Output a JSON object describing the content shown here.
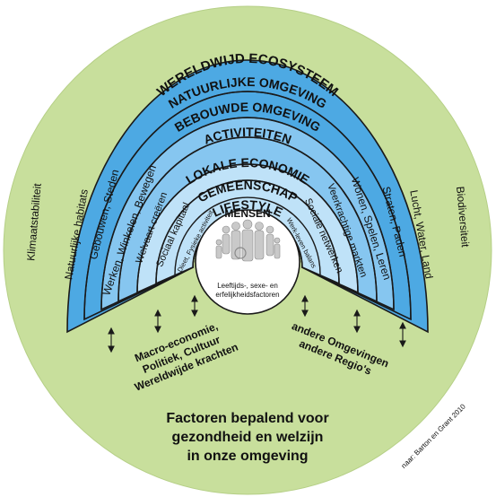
{
  "colors": {
    "outer_circle": "#c8df9c",
    "band_dark": "#4da9e3",
    "band_mid": "#86c6f0",
    "band_light": "#bfe2f8",
    "stroke": "#1a1a1a"
  },
  "rings": {
    "ecosystem": "WERELDWIJD ECOSYSTEEM",
    "natural_environment": "NATUURLIJKE OMGEVING",
    "built_environment": "BEBOUWDE OMGEVING",
    "activities": "ACTIVITEITEN",
    "local_economy": "LOKALE ECONOMIE",
    "community": "GEMEENSCHAP",
    "lifestyle": "LIFESTYLE",
    "people": "MENSEN"
  },
  "radial_left": {
    "climate": "Klimaatstabiliteit",
    "natural_habitats": "Natuurlijke habitats",
    "buildings": "Gebouwen, Steden",
    "work_shop_move": "Werken, Winkelen, Bewegen",
    "prosperity": "Welvaart creëren",
    "social_capital": "Sociaal kapitaal",
    "diet": "Dieet, Fysieke activiteit"
  },
  "radial_right": {
    "biodiversity": "Biodiversiteit",
    "air_water_land": "Lucht, Water, Land",
    "streets_paths": "Straten, Paden",
    "live_play_learn": "Wonen, Spelen, Leren",
    "resilient_markets": "Veerkrachtige markten",
    "social_networks": "Sociale netwerken",
    "work_life": "Werk-leven balans"
  },
  "center": {
    "caption_line1": "Leeftijds-, sexe- en",
    "caption_line2": "erfelijkheidsfactoren"
  },
  "forces_left": [
    "Macro-economie,",
    "Politiek, Cultuur",
    "Wereldwijde krachten"
  ],
  "forces_right": [
    "andere Omgevingen",
    "andere Regio's"
  ],
  "bottom_title": [
    "Factoren bepalend voor",
    "gezondheid en welzijn",
    "in onze omgeving"
  ],
  "credit": "naar: Barton en Grant 2010"
}
